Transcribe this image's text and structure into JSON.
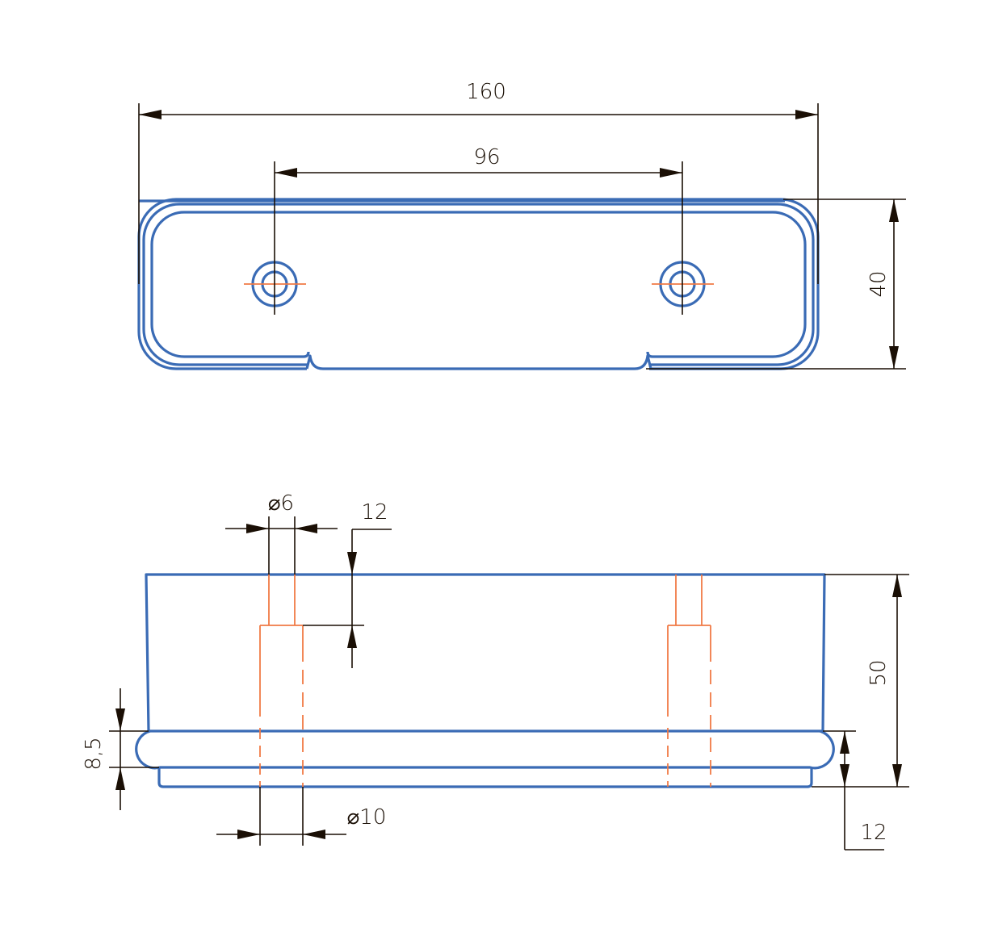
{
  "top_view": {
    "dims": {
      "overall_length": "160",
      "hole_spacing": "96",
      "width": "40"
    }
  },
  "front_view": {
    "dims": {
      "small_hole_diameter": "⌀6",
      "counterbore_depth": "12",
      "height": "50",
      "bead_height": "8,5",
      "base_height": "12",
      "counterbore_diameter": "⌀10"
    }
  },
  "colors": {
    "outline": "#3a6bb5",
    "hidden": "#f07a45",
    "dimension": "#1a0f05"
  }
}
